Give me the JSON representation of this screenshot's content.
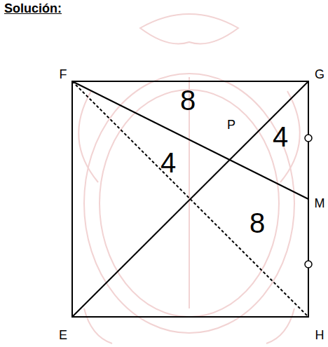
{
  "diagram": {
    "title": "Solución:",
    "labels": [
      "F",
      "G",
      "8",
      "P",
      "4",
      "4",
      "M",
      "8",
      "E",
      "H"
    ]
  }
}
